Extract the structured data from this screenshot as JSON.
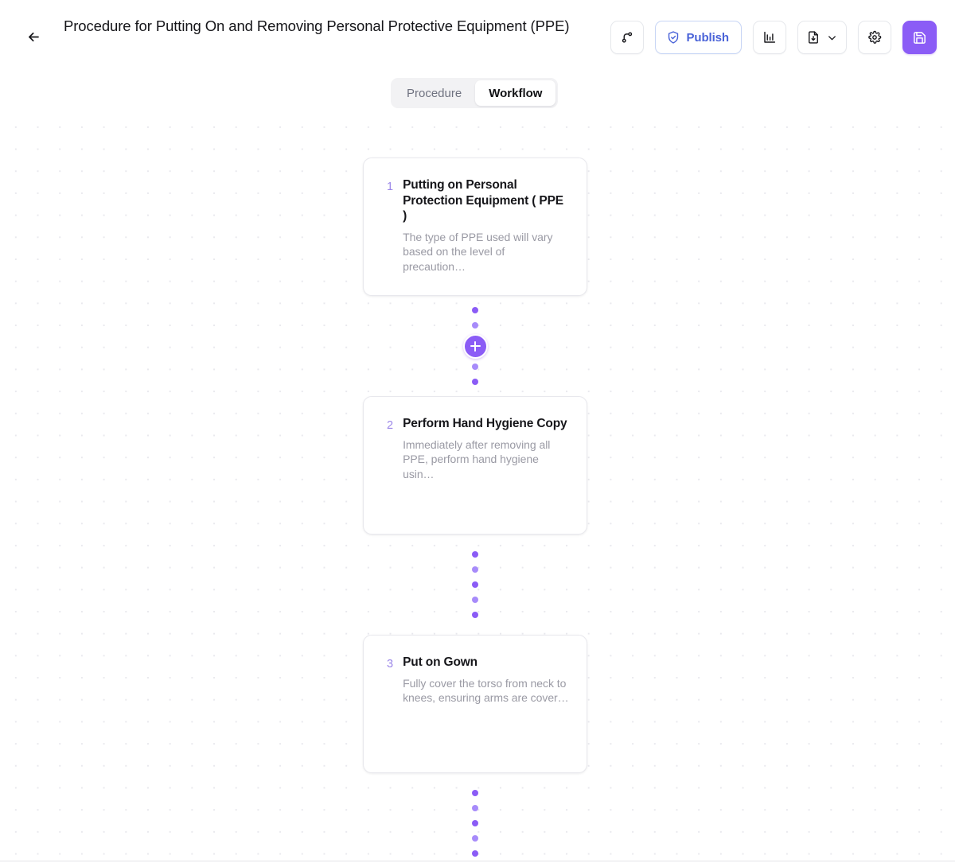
{
  "header": {
    "back_icon": "arrow-left-icon",
    "title": "Procedure for Putting On and Removing Personal Protective Equipment (PPE)",
    "toolbar": {
      "branch": {
        "icon": "git-branch-icon",
        "label": ""
      },
      "publish": {
        "icon": "shield-check-icon",
        "label": "Publish",
        "color": "#4a63d8",
        "border": "#c7d5f5"
      },
      "analytics": {
        "icon": "bar-chart-icon",
        "label": ""
      },
      "export": {
        "icon": "file-download-icon",
        "chevron": "chevron-down-icon",
        "label": ""
      },
      "settings": {
        "icon": "gear-icon",
        "label": ""
      },
      "save": {
        "icon": "save-disk-icon",
        "label": "",
        "color": "#8b5cf6"
      }
    }
  },
  "tabs": {
    "items": [
      {
        "label": "Procedure",
        "active": false
      },
      {
        "label": "Workflow",
        "active": true
      }
    ]
  },
  "canvas": {
    "accent_color": "#8b5cf6",
    "grid": "dotted",
    "nodes": [
      {
        "number": "1",
        "title": "Putting on Personal Protection Equipment ( PPE )",
        "description": "The type of PPE used will vary based on the level of precaution…"
      },
      {
        "number": "2",
        "title": "Perform Hand Hygiene Copy",
        "description": "Immediately after removing all PPE, perform hand hygiene usin…"
      },
      {
        "number": "3",
        "title": "Put on Gown",
        "description": "Fully cover the torso from neck to knees, ensuring arms are cover…"
      }
    ],
    "connectors": [
      {
        "type": "add",
        "add_label": "+",
        "dots": 4
      },
      {
        "type": "dots",
        "dots": 5
      },
      {
        "type": "dots",
        "dots": 5
      }
    ]
  }
}
